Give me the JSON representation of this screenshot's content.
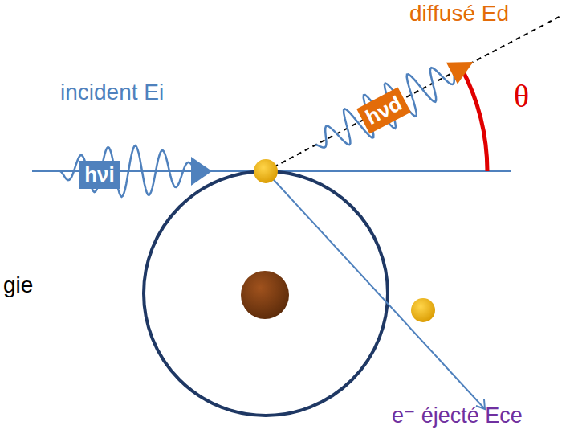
{
  "diagram": {
    "nodes": [
      {
        "text": [
          "hνi"
        ]
      },
      {
        "text": [
          "hνd"
        ]
      }
    ],
    "labels": [
      "incident Ei",
      "diffusé Ed",
      "θ",
      "e⁻ éjecté Ece",
      "gie"
    ]
  }
}
